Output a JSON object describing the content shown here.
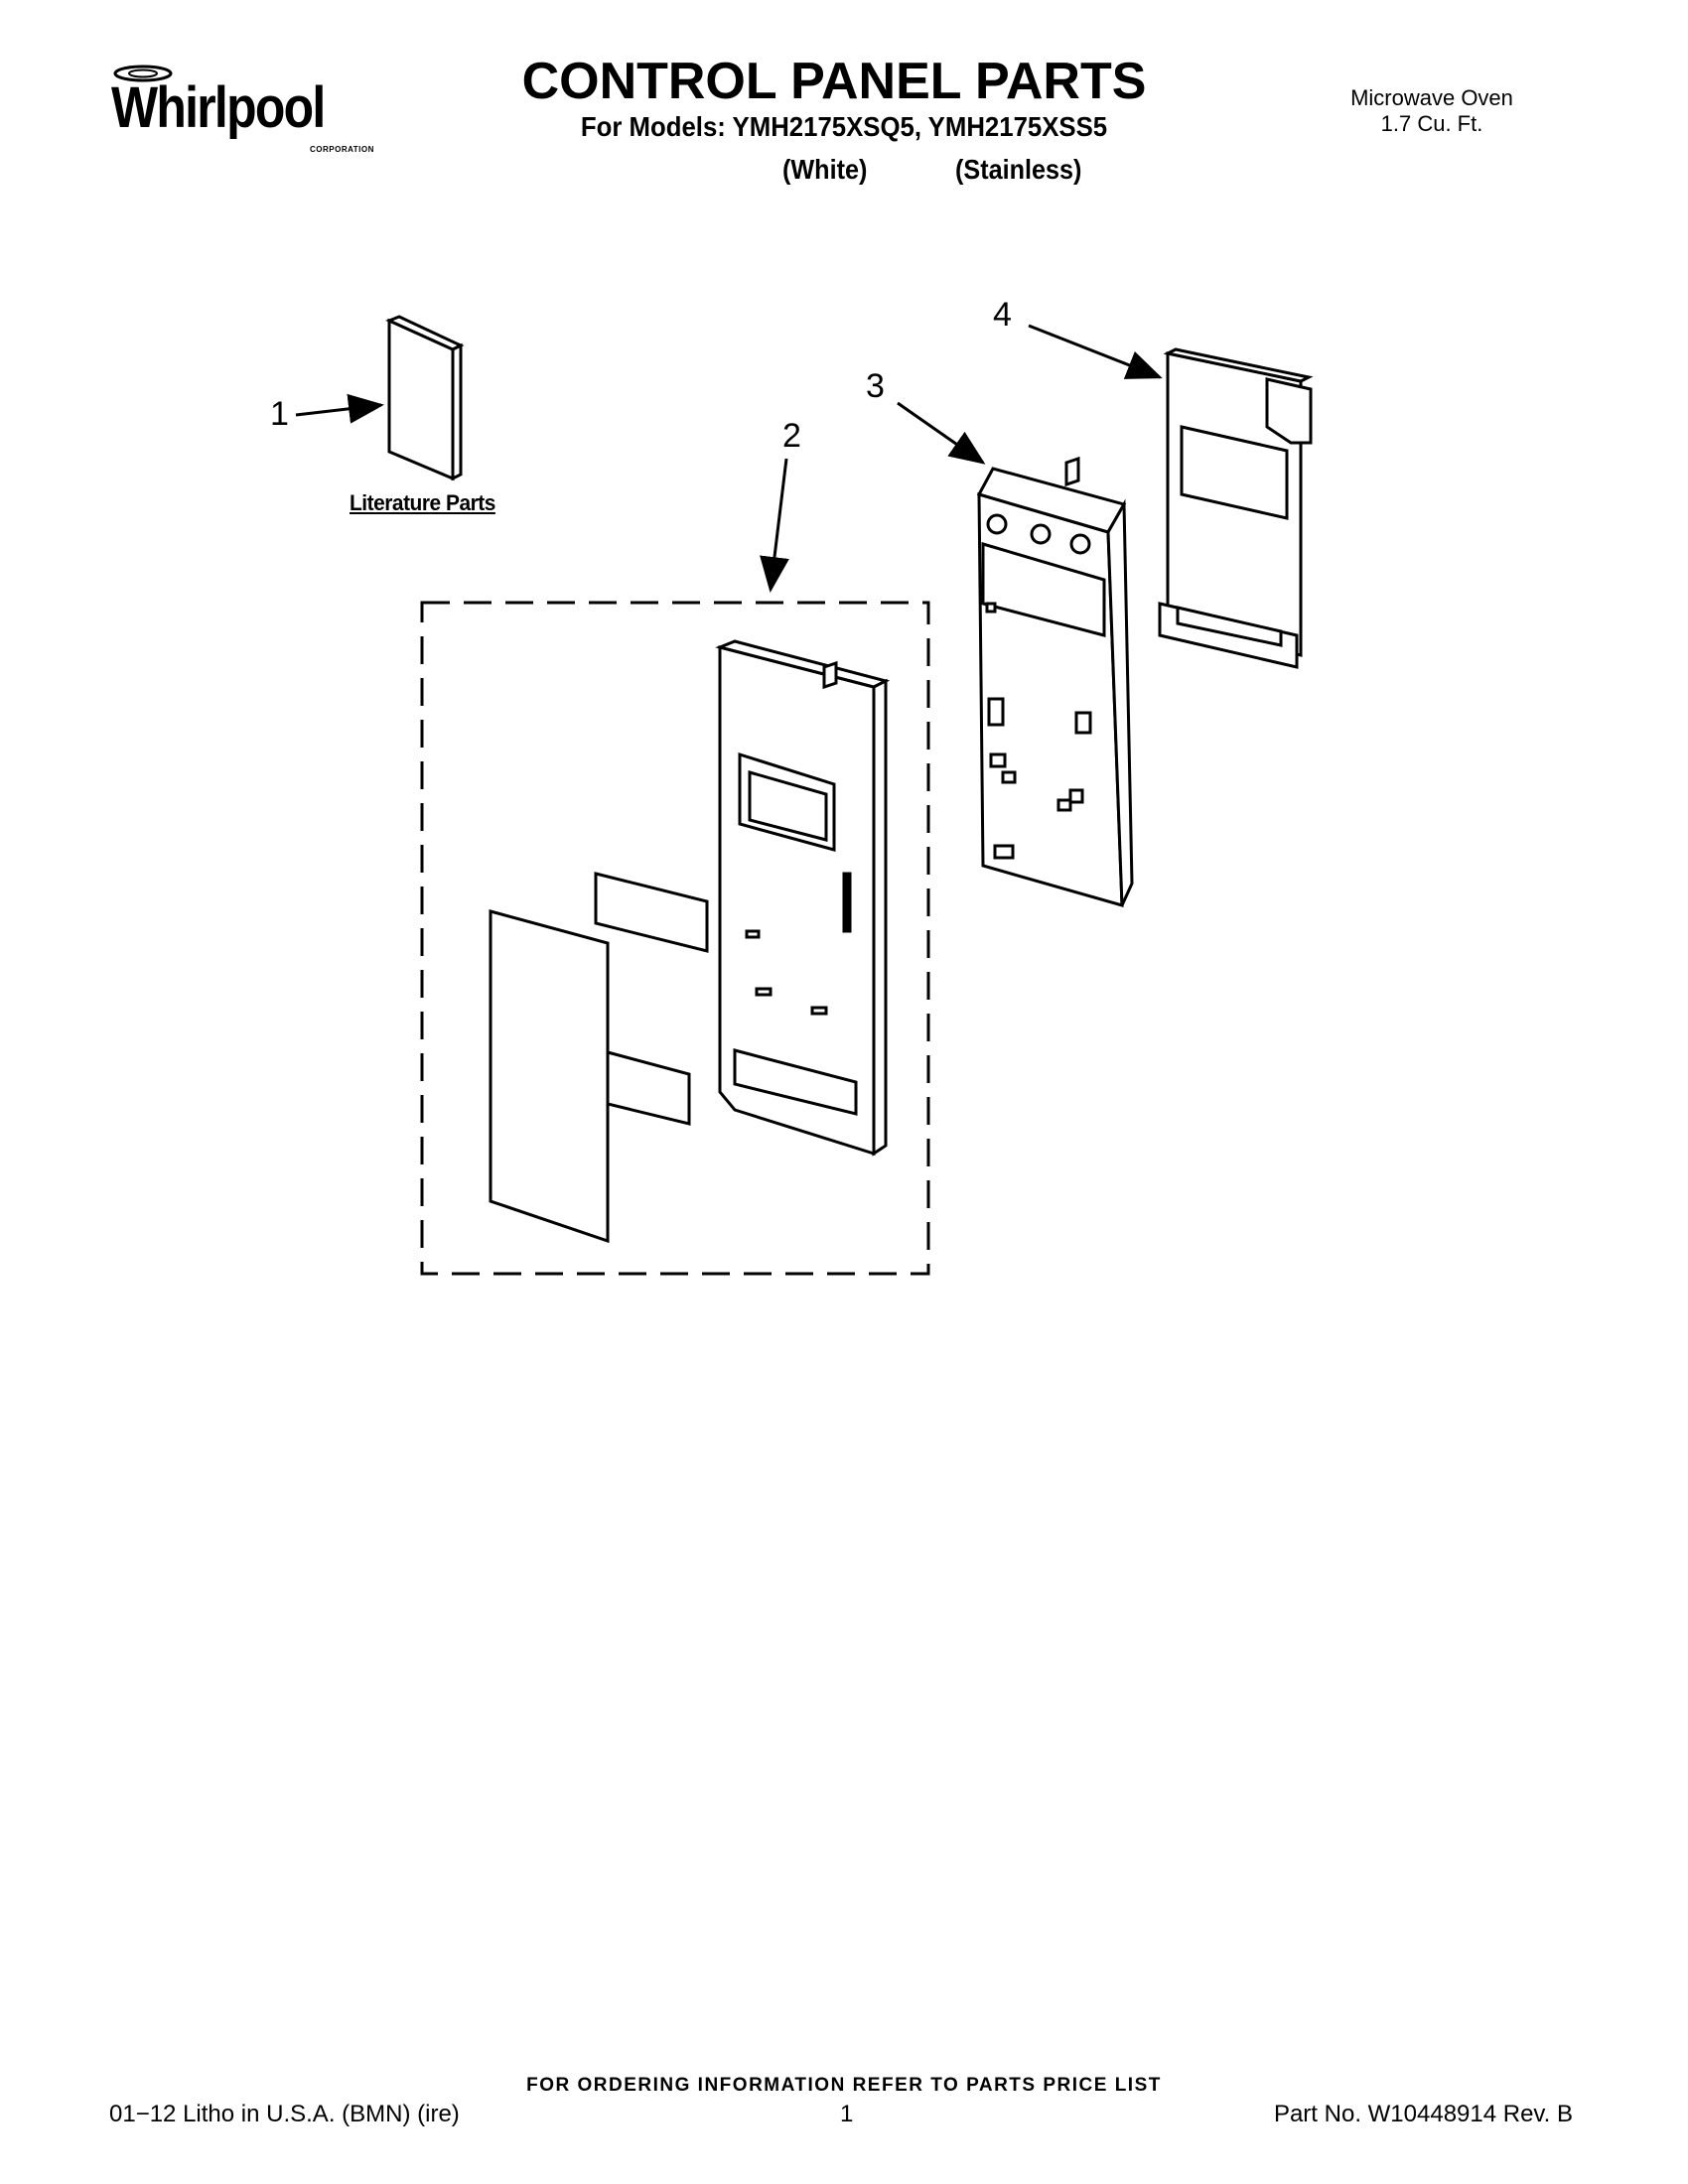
{
  "header": {
    "brand": "Whirlpool",
    "brand_sub": "CORPORATION",
    "title": "CONTROL PANEL PARTS",
    "models_label": "For Models: YMH2175XSQ5, YMH2175XSS5",
    "variant_white": "(White)",
    "variant_stainless": "(Stainless)",
    "product_line1": "Microwave Oven",
    "product_line2": "1.7 Cu. Ft."
  },
  "diagram": {
    "callouts": [
      "1",
      "2",
      "3",
      "4"
    ],
    "literature_label": "Literature Parts"
  },
  "footer": {
    "ordering_note": "FOR ORDERING INFORMATION REFER TO PARTS PRICE LIST",
    "litho": "01−12 Litho in U.S.A. (BMN) (ire)",
    "page_number": "1",
    "part_number": "Part No. W10448914 Rev. B"
  }
}
